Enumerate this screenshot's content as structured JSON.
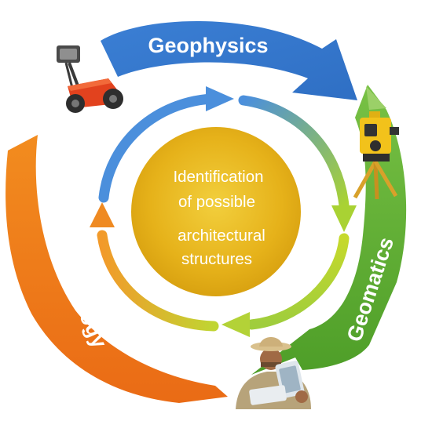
{
  "diagram": {
    "center": {
      "lines": [
        "Identification",
        "of possible",
        "architectural",
        "structures"
      ]
    },
    "outer_arrows": [
      {
        "label": "Geophysics",
        "color": "#3f83d6"
      },
      {
        "label": "Geomatics",
        "color": "#5fad2f"
      },
      {
        "label": "Archeology",
        "color": "#ef7a1a"
      }
    ],
    "inner_cycle": {
      "colors": [
        "#4b8fdc",
        "#b8d42c",
        "#ec8c23"
      ]
    },
    "icons": [
      "ground-penetrating-radar-icon",
      "total-station-icon",
      "archaeologist-with-tablet-icon"
    ],
    "colors": {
      "center_fill": "#e8b41c",
      "center_glow": "#f4d24a"
    }
  }
}
